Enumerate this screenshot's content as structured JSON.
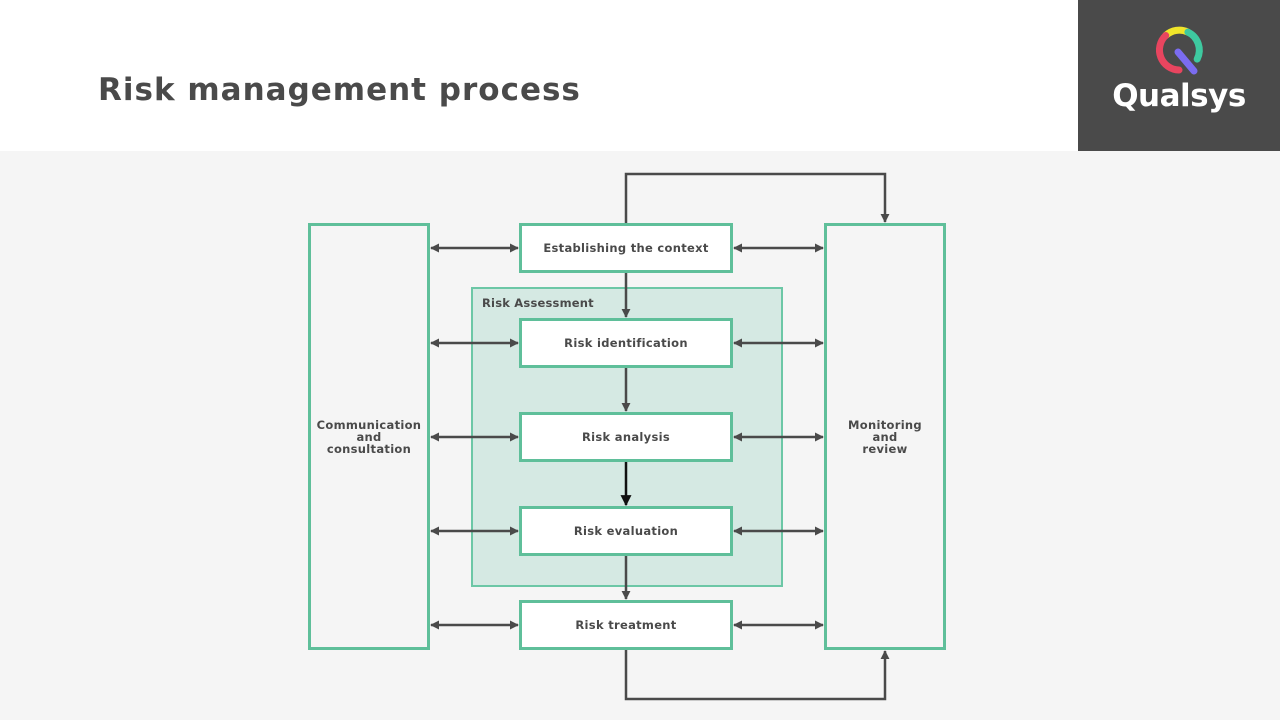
{
  "page": {
    "title": "Risk management process"
  },
  "brand": {
    "name": "Qualsys",
    "logo_colors": [
      "#f0e52a",
      "#3ec9a0",
      "#e8455f",
      "#7b6cf0"
    ]
  },
  "diagram": {
    "accent_color": "#5fbf9a",
    "left_panel": "Communication\nand\nconsultation",
    "right_panel": "Monitoring\nand\nreview",
    "assessment_group": "Risk Assessment",
    "steps": [
      "Establishing the context",
      "Risk identification",
      "Risk analysis",
      "Risk evaluation",
      "Risk treatment"
    ]
  }
}
